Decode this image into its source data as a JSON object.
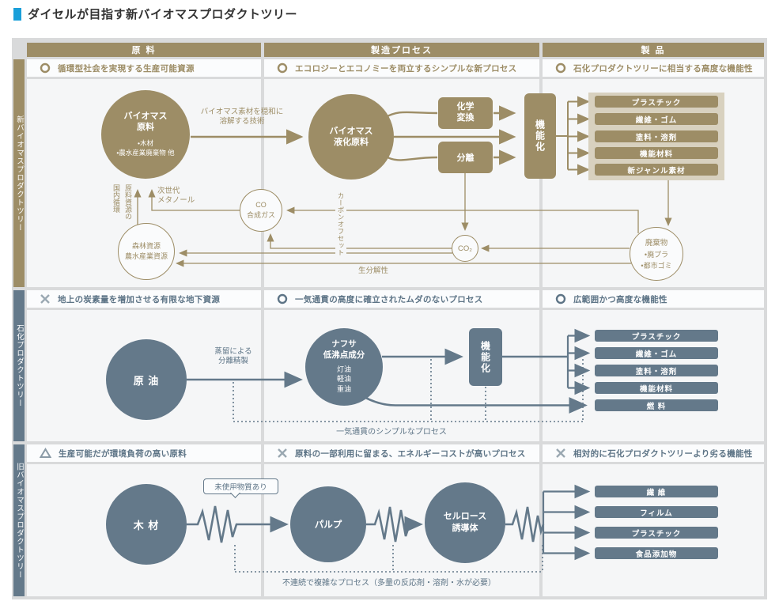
{
  "title": "ダイセルが目指す新バイオマスプロダクトツリー",
  "colors": {
    "gold": "#9d8d66",
    "slate": "#64798a",
    "accent_blue": "#1a9fd9",
    "panel_tan": "#d8d1bf"
  },
  "columns": {
    "raw_material": "原 料",
    "process": "製造プロセス",
    "product": "製 品"
  },
  "row_new": {
    "label": "新バイオマスプロダクトツリー",
    "points": [
      {
        "icon": "ring-icon",
        "text": "循環型社会を実現する生産可能資源"
      },
      {
        "icon": "ring-icon",
        "text": "エコロジーとエコノミーを両立するシンプルな新プロセス"
      },
      {
        "icon": "ring-icon",
        "text": "石化プロダクトツリーに相当する高度な機能性"
      }
    ],
    "biomass_title": "バイオマス\n原料",
    "biomass_items": "•木材\n•農水産業廃棄物 他",
    "dissolve_label": "バイオマス素材を穏和に\n溶解する技術",
    "liquefied_title": "バイオマス\n液化原料",
    "chem_box": "化学\n変換",
    "sep_box": "分離",
    "func_box": "機能化",
    "products": [
      "プラスチック",
      "繊維・ゴム",
      "塗料・溶剤",
      "機能材料",
      "新ジャンル素材"
    ],
    "waste_title": "廃棄物",
    "waste_items": "•廃プラ\n•都市ゴミ",
    "co_gas": "CO\n合成ガス",
    "co2": "CO₂",
    "forest": "森林資源\n農水産業資源",
    "methanol_label": "次世代\nメタノール",
    "domestic_label": "原料資源の\n国内循環",
    "carbon_offset_label": "カーボンオフセット",
    "biodegradable_label": "生分解性"
  },
  "row_petro": {
    "label": "石化プロダクトツリー",
    "points": [
      {
        "icon": "cross-icon",
        "text": "地上の炭素量を増加させる有限な地下資源"
      },
      {
        "icon": "ring-icon",
        "text": "一気通貫の高度に確立されたムダのないプロセス"
      },
      {
        "icon": "ring-icon",
        "text": "広範囲かつ高度な機能性"
      }
    ],
    "crude": "原 油",
    "distill_label": "蒸留による\n分離精製",
    "naphtha_title": "ナフサ\n低沸点成分",
    "naphtha_items": "灯油\n軽油\n重油",
    "func_box": "機能化",
    "products": [
      "プラスチック",
      "繊維・ゴム",
      "塗料・溶剤",
      "機能材料",
      "燃 料"
    ],
    "simple_label": "一気通貫のシンプルなプロセス"
  },
  "row_old": {
    "label": "旧バイオマスプロダクトツリー",
    "points": [
      {
        "icon": "triangle-icon",
        "text": "生産可能だが環境負荷の高い原料"
      },
      {
        "icon": "cross-icon",
        "text": "原料の一部利用に留まる、エネルギーコストが高いプロセス"
      },
      {
        "icon": "cross-icon",
        "text": "相対的に石化プロダクトツリーより劣る機能性"
      }
    ],
    "wood": "木 材",
    "unused_callout": "未使用物質あり",
    "pulp": "パルプ",
    "cellulose": "セルロース\n誘導体",
    "products": [
      "繊 維",
      "フィルム",
      "プラスチック",
      "食品添加物"
    ],
    "complex_label": "不連続で複雑なプロセス（多量の反応剤・溶剤・水が必要）"
  }
}
